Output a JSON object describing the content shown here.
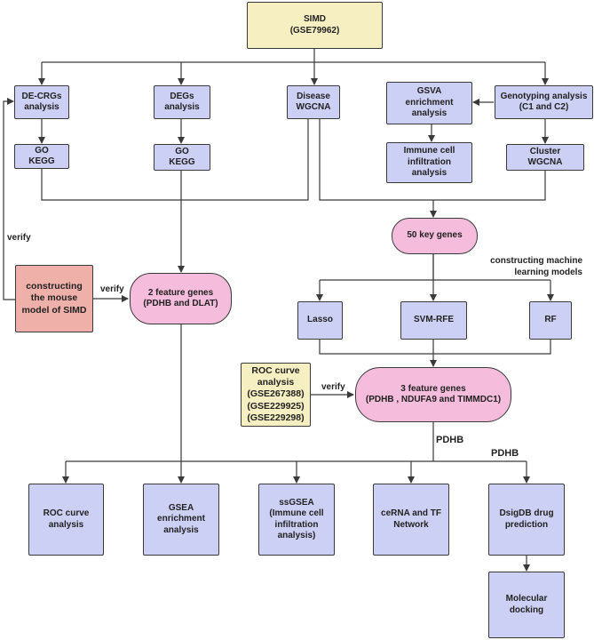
{
  "nodes": {
    "simd": "SIMD\n(GSE79962)",
    "de_crgs": "DE-CRGs\nanalysis",
    "degs": "DEGs\nanalysis",
    "disease_wgcna": "Disease\nWGCNA",
    "gsva": "GSVA\nenrichment\nanalysis",
    "genotyping": "Genotyping analysis\n(C1 and C2)",
    "go_kegg_1": "GO\nKEGG",
    "go_kegg_2": "GO\nKEGG",
    "immune_cell": "Immune cell\ninfiltration\nanalysis",
    "cluster_wgcna": "Cluster\nWGCNA",
    "key_genes_50": "50 key genes",
    "mouse_model": "constructing\nthe  mouse\nmodel of SIMD",
    "feature_genes_2": "2 feature genes\n(PDHB and DLAT)",
    "lasso": "Lasso",
    "svm_rfe": "SVM-RFE",
    "rf": "RF",
    "roc_validation": "ROC curve\nanalysis\n(GSE267388)\n(GSE229925)\n(GSE229298)",
    "feature_genes_3": "3 feature genes\n(PDHB , NDUFA9 and TIMMDC1)",
    "roc_curve": "ROC curve\nanalysis",
    "gsea": "GSEA\nenrichment\nanalysis",
    "ssgsea": "ssGSEA\n(Immune cell\ninfiltration\nanalysis)",
    "cerna": "ceRNA and TF\nNetwork",
    "dsigdb": "DsigDB drug\nprediction",
    "docking": "Molecular\ndocking"
  },
  "labels": {
    "verify_left": "verify",
    "verify_mouse": "verify",
    "verify_roc": "verify",
    "ml_models": "constructing machine\nlearning models",
    "pdhb_1": "PDHB",
    "pdhb_2": "PDHB"
  },
  "colors": {
    "blue": "#ccd0f4",
    "cream": "#f6efc2",
    "pink": "#f5bcdc",
    "salmon": "#f0b0aa",
    "line": "#3a3a3a"
  }
}
